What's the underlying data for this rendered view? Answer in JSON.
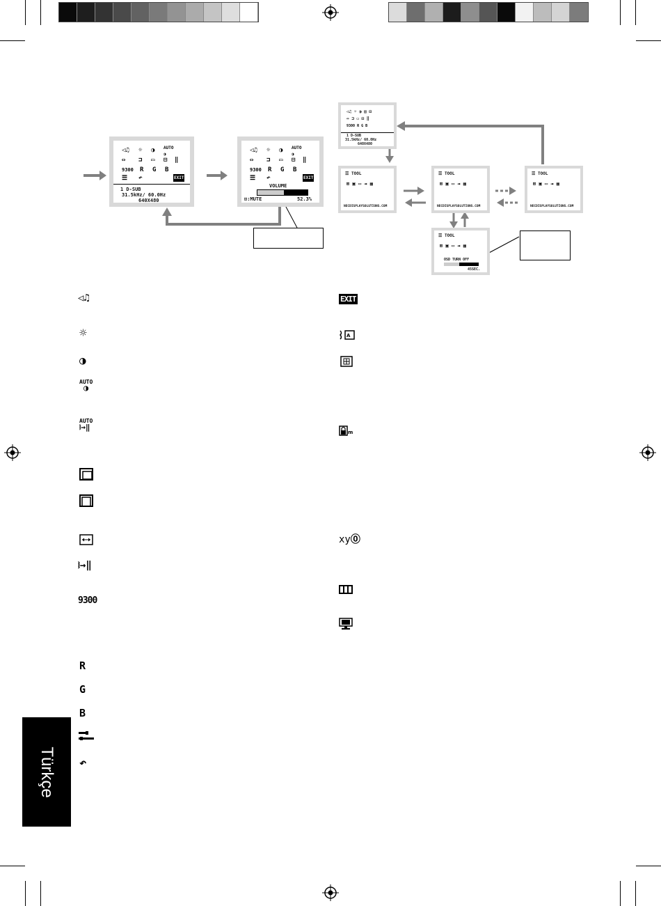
{
  "color_bar_left": [
    "#0a0a0a",
    "#1e1e1e",
    "#333333",
    "#4a4a4a",
    "#626262",
    "#7a7a7a",
    "#939393",
    "#ababab",
    "#c4c4c4",
    "#dedede",
    "#ffffff"
  ],
  "color_bar_right": [
    "#dcdcdc",
    "#6e6e6e",
    "#b0b0b0",
    "#1c1c1c",
    "#8e8e8e",
    "#555555",
    "#0a0a0a",
    "#f2f2f2",
    "#bcbcbc",
    "#d4d4d4",
    "#7c7c7c"
  ],
  "osd_main": {
    "input_line": "1  D-SUB",
    "freq_line": "31.5kHz/ 60.0Hz",
    "res_line": "640X480"
  },
  "osd_small": {
    "input_line": "1  D-SUB",
    "freq_line": "31.5kHz/ 60.0Hz",
    "res_line": "640X480"
  },
  "osd_volume": {
    "title": "VOLUME",
    "mute_label": ":MUTE",
    "value": "52.3%",
    "level_fraction": 0.523
  },
  "osd_tool": {
    "title": "TOOL",
    "url": "NECDISPLAYSOLUTIONS.COM"
  },
  "osd_turnoff": {
    "title": "TOOL",
    "label": "OSD TURN OFF",
    "seconds": "45SEC."
  },
  "grid_labels": {
    "color_preset": "9300",
    "r": "R",
    "g": "G",
    "b": "B",
    "exit": "EXIT",
    "auto": "AUTO"
  },
  "legend_left": {
    "color_preset": "9300",
    "r": "R",
    "g": "G",
    "b": "B",
    "auto_contrast": "AUTO",
    "auto_adjust": "AUTO"
  },
  "legend_right": {
    "exit": "EXIT",
    "xy": "xy"
  },
  "side_tab_label": "Türkçe",
  "icons": {
    "audio": "speaker-music-icon",
    "brightness": "sun-icon",
    "contrast": "half-circle-icon",
    "auto_contrast": "auto-contrast-icon",
    "auto_adjust": "auto-adjust-icon",
    "left_right": "h-position-icon",
    "down_up": "v-position-icon",
    "h_size": "h-size-icon",
    "fine": "fine-icon",
    "tool": "tool-icon",
    "reset": "reset-icon",
    "language": "language-icon",
    "osd_position": "osd-position-icon",
    "osd_lock": "osd-lock-icon",
    "resolution_notifier": "resolution-notifier-icon",
    "hot_key": "hot-key-icon",
    "monitor_info": "monitor-info-icon"
  }
}
